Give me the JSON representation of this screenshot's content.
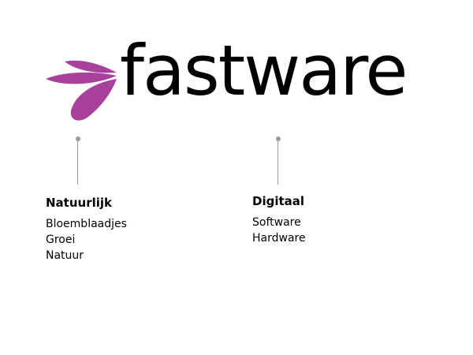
{
  "logo": {
    "wordmark": "fastware",
    "mark_icon": "purple-petals-icon",
    "petal_color": "#a8419b",
    "text_color": "#000000"
  },
  "concepts": [
    {
      "heading": "Natuurlijk",
      "items": [
        "Bloemblaadjes",
        "Groei",
        "Natuur"
      ]
    },
    {
      "heading": "Digitaal",
      "items": [
        "Software",
        "Hardware"
      ]
    }
  ],
  "colors": {
    "connector": "#9a9a9a",
    "background": "#ffffff"
  }
}
